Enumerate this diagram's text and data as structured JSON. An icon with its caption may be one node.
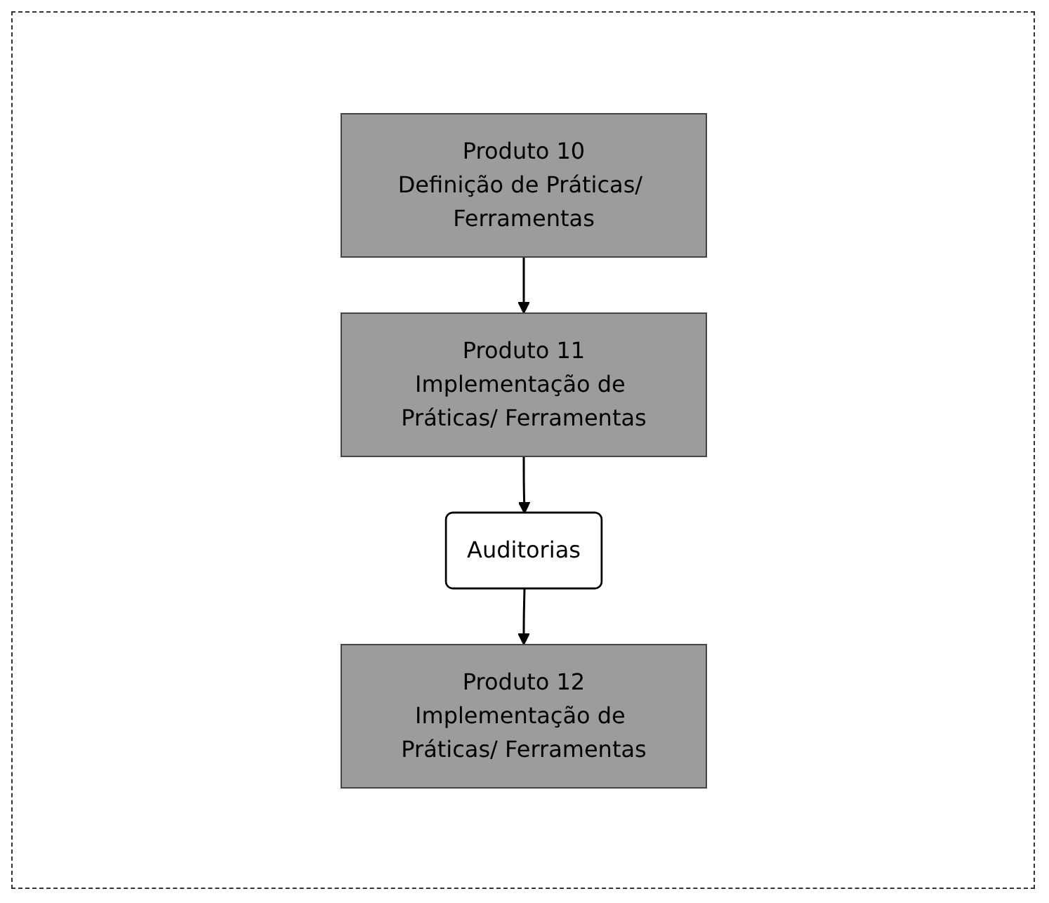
{
  "diagram": {
    "nodes": [
      {
        "text": [
          "Produto 10",
          "Definição de Práticas/ Ferramentas"
        ]
      },
      {
        "text": [
          "Produto 11",
          "Implementação de Práticas/ Ferramentas"
        ]
      },
      {
        "text": [
          "Auditorias"
        ]
      },
      {
        "text": [
          "Produto 12",
          "Implementação de Práticas/ Ferramentas"
        ]
      }
    ],
    "edges": [
      {
        "from": 0,
        "to": 1,
        "arrow": "to"
      },
      {
        "from": 1,
        "to": 2,
        "arrow": "to"
      },
      {
        "from": 2,
        "to": 3,
        "arrow": "to"
      }
    ]
  }
}
